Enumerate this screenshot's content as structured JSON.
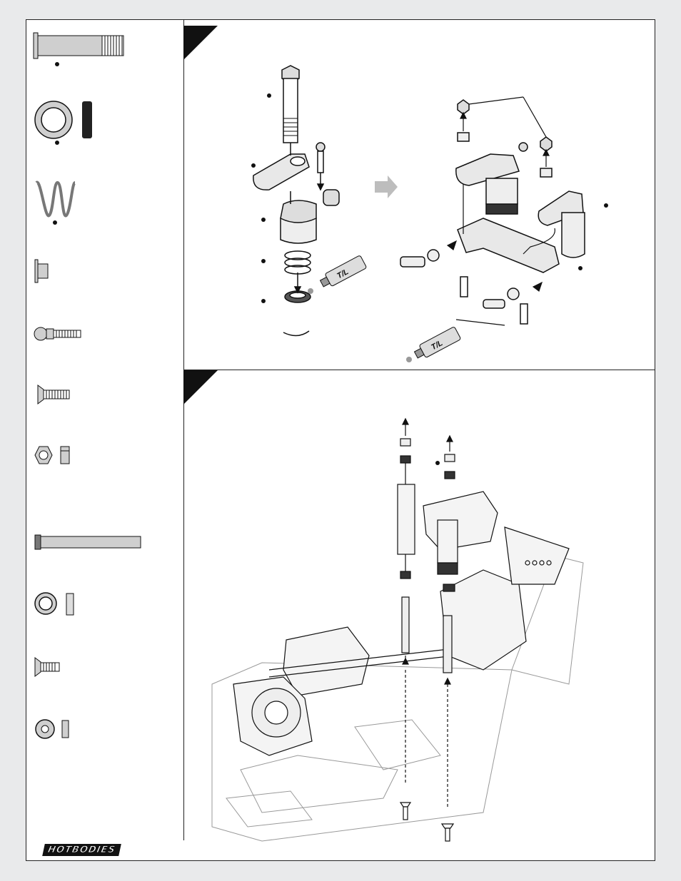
{
  "brand": {
    "logo_text": "HOTBODIES"
  },
  "step1": {
    "tube_label": "T/L",
    "tube_label_2": "T/L"
  },
  "sidebar": {
    "parts": [
      {
        "icon": "shaft-icon"
      },
      {
        "icon": "bearing-icon"
      },
      {
        "icon": "spring-icon"
      },
      {
        "icon": "bushing-icon"
      },
      {
        "icon": "ball-stud-icon"
      },
      {
        "icon": "flat-head-screw-icon"
      },
      {
        "icon": "nut-icon"
      },
      {
        "icon": "pin-icon"
      },
      {
        "icon": "washer-icon"
      },
      {
        "icon": "flat-head-screw-small-icon"
      },
      {
        "icon": "spacer-icon"
      }
    ]
  },
  "colors": {
    "ink": "#111111",
    "part_fill": "#cfcfcf",
    "arrow_fill": "#bdbdbd",
    "page_bg": "#e9eaeb"
  }
}
